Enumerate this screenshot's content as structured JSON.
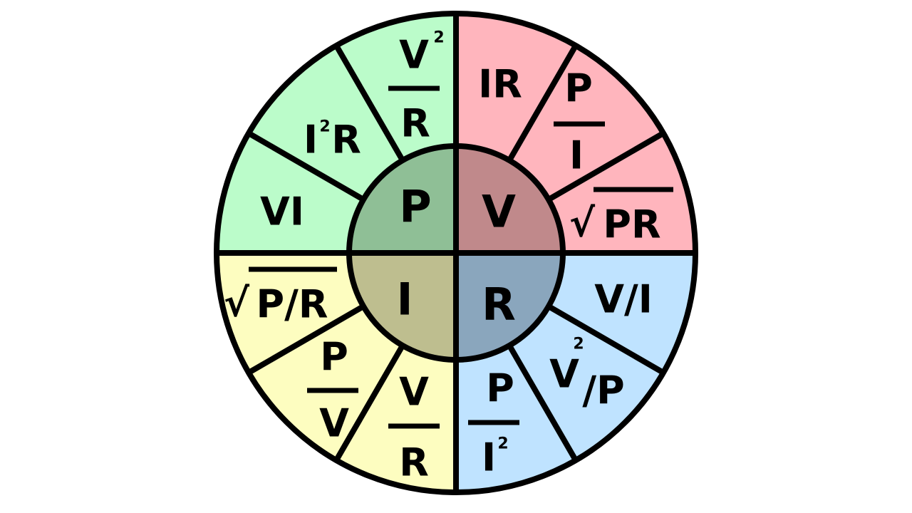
{
  "quadrant_colors": {
    "power_outer": "#bbfcca",
    "voltage_outer": "#ffb5bd",
    "resistance_outer": "#bfe3ff",
    "current_outer": "#fdfdc0",
    "power_inner": "#8fbf96",
    "voltage_inner": "#c0898b",
    "resistance_inner": "#8aa6bd",
    "current_inner": "#bebe8f"
  },
  "center": {
    "power": "P",
    "voltage": "V",
    "current": "I",
    "resistance": "R"
  },
  "formulas": {
    "power_v2_over_r": {
      "numerator": "V",
      "exponent": "2",
      "denominator": "R"
    },
    "power_i2r": {
      "base": "I",
      "exponent": "2",
      "rest": "R"
    },
    "power_vi": "VI",
    "voltage_ir": "IR",
    "voltage_p_over_i": {
      "numerator": "P",
      "denominator": "I"
    },
    "voltage_sqrt_pr": {
      "radical": "√",
      "radicand": "PR"
    },
    "resistance_v_over_i": "V/I",
    "resistance_v2_over_p": {
      "base": "V",
      "exponent": "2",
      "rest": "/P"
    },
    "resistance_p_over_i2": {
      "numerator": "P",
      "denominator": "I",
      "exponent": "2"
    },
    "current_sqrt_p_over_r": {
      "radical": "√",
      "radicand": "P/R"
    },
    "current_p_over_v": {
      "numerator": "P",
      "denominator": "V"
    },
    "current_v_over_r": {
      "numerator": "V",
      "denominator": "R"
    }
  }
}
